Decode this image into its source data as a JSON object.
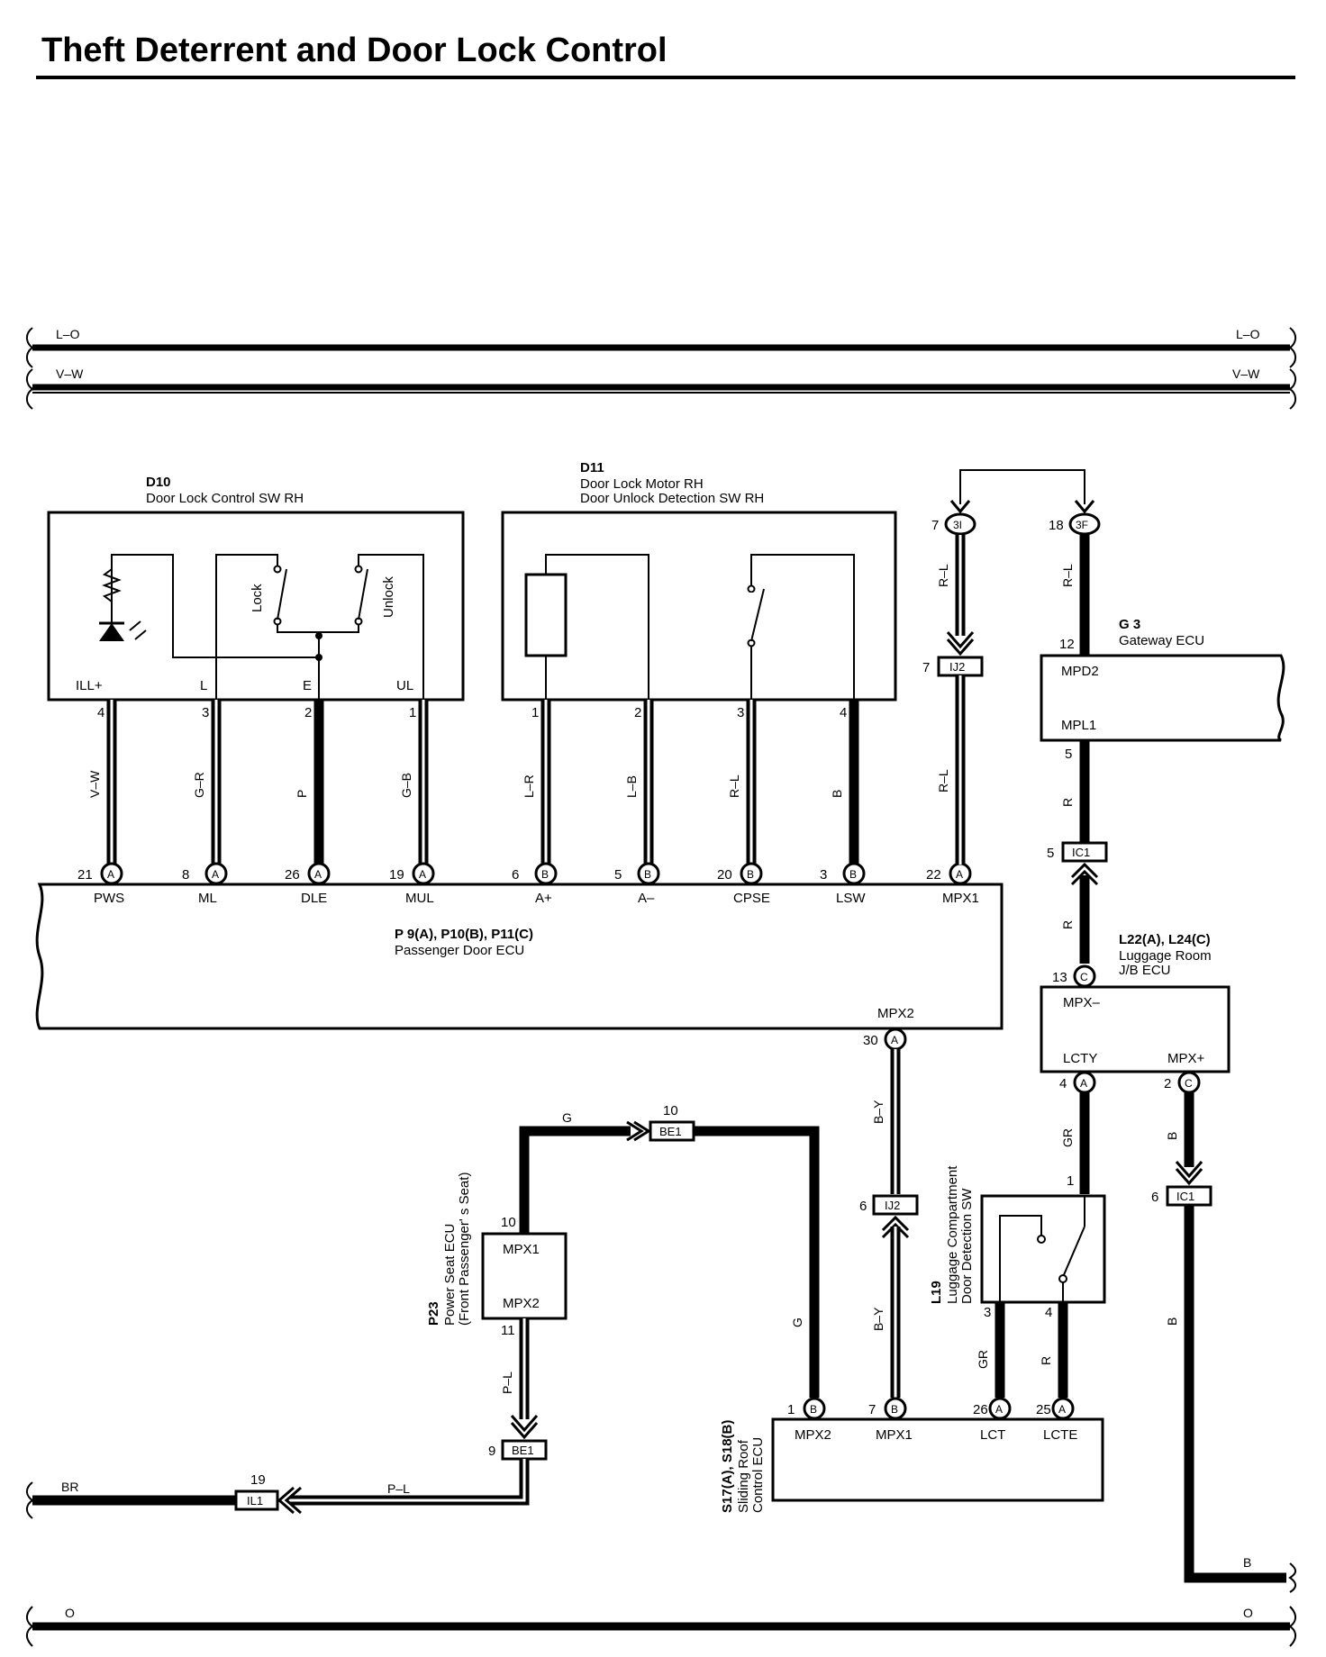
{
  "title": "Theft Deterrent and Door Lock Control",
  "buses": {
    "top1": {
      "left": "L–O",
      "right": "L–O"
    },
    "top2": {
      "left": "V–W",
      "right": "V–W"
    },
    "bottom": {
      "left": "O",
      "right": "O"
    }
  },
  "d10": {
    "code": "D10",
    "name": "Door Lock Control SW RH",
    "lock_label": "Lock",
    "unlock_label": "Unlock",
    "terminals": [
      "ILL+",
      "L",
      "E",
      "UL"
    ],
    "pins": [
      "4",
      "3",
      "2",
      "1"
    ],
    "wires": [
      "V–W",
      "G–R",
      "P",
      "G–B"
    ]
  },
  "d11": {
    "code": "D11",
    "name_line1": "Door Lock Motor RH",
    "name_line2": "Door Unlock Detection SW RH",
    "pins": [
      "1",
      "2",
      "3",
      "4"
    ],
    "wires": [
      "L–R",
      "L–B",
      "R–L",
      "B"
    ]
  },
  "passenger_ecu": {
    "code": "P 9(A), P10(B), P11(C)",
    "name": "Passenger Door ECU",
    "pins": [
      "21",
      "8",
      "26",
      "19",
      "6",
      "5",
      "20",
      "3",
      "22"
    ],
    "connectors": [
      "A",
      "A",
      "A",
      "A",
      "B",
      "B",
      "B",
      "B",
      "A"
    ],
    "terminals": [
      "PWS",
      "ML",
      "DLE",
      "MUL",
      "A+",
      "A–",
      "CPSE",
      "LSW",
      "MPX1"
    ],
    "mpx2_label": "MPX2",
    "mpx2_pin": "30",
    "mpx2_conn": "A"
  },
  "junctions": {
    "3i": {
      "pin": "7",
      "label": "3I"
    },
    "3f": {
      "pin": "18",
      "label": "3F"
    },
    "ij2_top": {
      "pin": "7",
      "label": "IJ2"
    },
    "ic1_mid": {
      "pin": "5",
      "label": "IC1"
    },
    "be1_top": {
      "pin": "10",
      "label": "BE1"
    },
    "ij2_mid": {
      "pin": "6",
      "label": "IJ2"
    },
    "ic1_right": {
      "pin": "6",
      "label": "IC1"
    },
    "be1_bottom": {
      "pin": "9",
      "label": "BE1"
    },
    "il1": {
      "pin": "19",
      "label": "IL1"
    }
  },
  "gateway": {
    "code": "G 3",
    "name": "Gateway ECU",
    "t_top": "MPD2",
    "t_bottom": "MPL1",
    "pin_top": "12",
    "pin_bottom": "5"
  },
  "luggage_jb": {
    "code": "L22(A), L24(C)",
    "name_line1": "Luggage Room",
    "name_line2": "J/B ECU",
    "t_top": "MPX–",
    "t_left": "LCTY",
    "t_right": "MPX+",
    "pin_top": "13",
    "conn_top": "C",
    "pin_left": "4",
    "conn_left": "A",
    "pin_right": "2",
    "conn_right": "C"
  },
  "luggage_sw": {
    "code": "L19",
    "name_line1": "Luggage Compartment",
    "name_line2": "Door Detection SW",
    "pin_top": "1",
    "pin_left": "3",
    "pin_right": "4"
  },
  "power_seat": {
    "code": "P23",
    "name_line1": "Power Seat ECU",
    "name_line2": "(Front Passenger' s Seat)",
    "t_top": "MPX1",
    "t_bottom": "MPX2",
    "pin_top": "10",
    "pin_bottom": "11"
  },
  "sliding_roof": {
    "code": "S17(A), S18(B)",
    "name_line1": "Sliding Roof",
    "name_line2": "Control ECU",
    "pins": [
      "1",
      "7",
      "26",
      "25"
    ],
    "connectors": [
      "B",
      "B",
      "A",
      "A"
    ],
    "terminals": [
      "MPX2",
      "MPX1",
      "LCT",
      "LCTE"
    ]
  },
  "wire_labels": {
    "rl_3i_top": "R–L",
    "rl_3f": "R–L",
    "rl_ij2": "R–L",
    "r_gw": "R",
    "r_ic1": "R",
    "b_mpx2": "B–Y",
    "gr_lctY": "GR",
    "b_mpxplus": "B",
    "g_top": "G",
    "g_vert": "G",
    "by_lower": "B–Y",
    "gr_lct": "GR",
    "r_lcte": "R",
    "b_right": "B",
    "pl_vert": "P–L",
    "pl_horiz": "P–L",
    "br": "BR",
    "b_bottom": "B"
  }
}
